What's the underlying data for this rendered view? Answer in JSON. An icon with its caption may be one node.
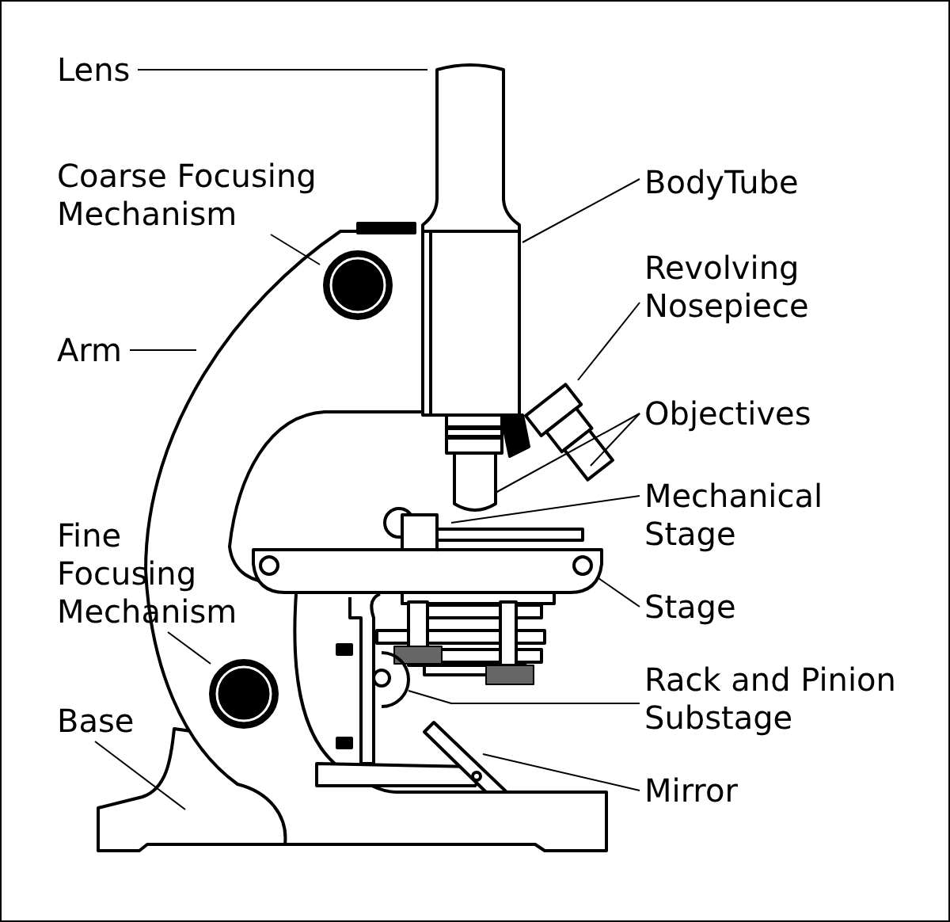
{
  "diagram": {
    "nodes": [
      {
        "text": [
          "Lens"
        ]
      },
      {
        "text": [
          "Coarse Focusing Mechanism"
        ]
      },
      {
        "text": [
          "Arm"
        ]
      },
      {
        "text": [
          "Fine Focusing Mechanism"
        ]
      },
      {
        "text": [
          "Base"
        ]
      },
      {
        "text": [
          "BodyTube"
        ]
      },
      {
        "text": [
          "Revolving Nosepiece"
        ]
      },
      {
        "text": [
          "Objectives"
        ]
      },
      {
        "text": [
          "Mechanical Stage"
        ]
      },
      {
        "text": [
          "Stage"
        ]
      },
      {
        "text": [
          "Rack and Pinion Substage"
        ]
      },
      {
        "text": [
          "Mirror"
        ]
      }
    ],
    "edges": [
      {
        "from": 0,
        "to": null,
        "arrow": "none"
      },
      {
        "from": 1,
        "to": null,
        "arrow": "none"
      },
      {
        "from": 2,
        "to": null,
        "arrow": "none"
      },
      {
        "from": 3,
        "to": null,
        "arrow": "none"
      },
      {
        "from": 4,
        "to": null,
        "arrow": "none"
      },
      {
        "from": 5,
        "to": null,
        "arrow": "none"
      },
      {
        "from": 6,
        "to": null,
        "arrow": "none"
      },
      {
        "from": 7,
        "to": null,
        "arrow": "none"
      },
      {
        "from": 7,
        "to": null,
        "arrow": "none"
      },
      {
        "from": 8,
        "to": null,
        "arrow": "none"
      },
      {
        "from": 9,
        "to": null,
        "arrow": "none"
      },
      {
        "from": 10,
        "to": null,
        "arrow": "none"
      },
      {
        "from": 11,
        "to": null,
        "arrow": "none"
      }
    ]
  }
}
